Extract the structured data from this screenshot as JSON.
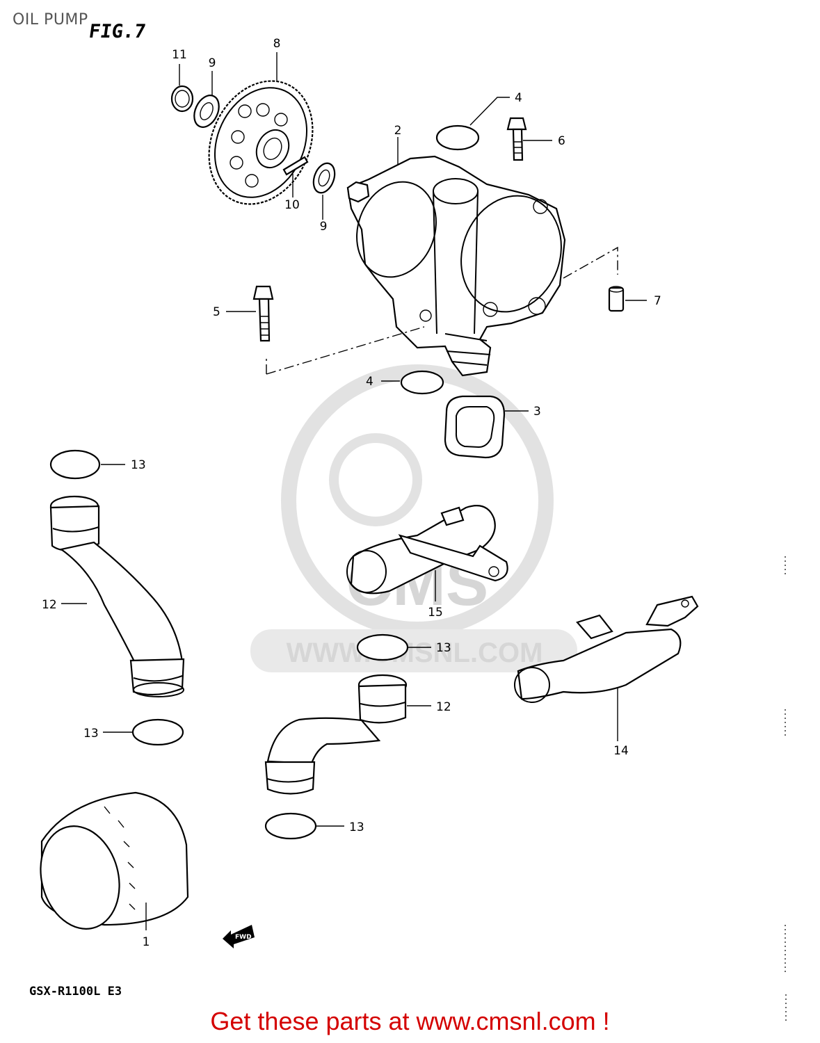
{
  "header": {
    "title": "OIL PUMP",
    "figure_label": "FIG.7"
  },
  "model_label": "GSX-R1100L  E3",
  "footer": {
    "cta": "Get these parts at www.cmsnl.com !"
  },
  "watermark": {
    "brand": "CMS",
    "url": "WWW.CMSNL.COM"
  },
  "callouts": [
    {
      "key": "p11",
      "ref": "11"
    },
    {
      "key": "p9a",
      "ref": "9"
    },
    {
      "key": "p8",
      "ref": "8"
    },
    {
      "key": "p10",
      "ref": "10"
    },
    {
      "key": "p9b",
      "ref": "9"
    },
    {
      "key": "p2",
      "ref": "2"
    },
    {
      "key": "p4a",
      "ref": "4"
    },
    {
      "key": "p6",
      "ref": "6"
    },
    {
      "key": "p7",
      "ref": "7"
    },
    {
      "key": "p5",
      "ref": "5"
    },
    {
      "key": "p4b",
      "ref": "4"
    },
    {
      "key": "p3",
      "ref": "3"
    },
    {
      "key": "p13a",
      "ref": "13"
    },
    {
      "key": "p12a",
      "ref": "12"
    },
    {
      "key": "p13b",
      "ref": "13"
    },
    {
      "key": "p15",
      "ref": "15"
    },
    {
      "key": "p13c",
      "ref": "13"
    },
    {
      "key": "p12b",
      "ref": "12"
    },
    {
      "key": "p14",
      "ref": "14"
    },
    {
      "key": "p13d",
      "ref": "13"
    },
    {
      "key": "p1",
      "ref": "1"
    }
  ],
  "fwd_marker": "FWD"
}
